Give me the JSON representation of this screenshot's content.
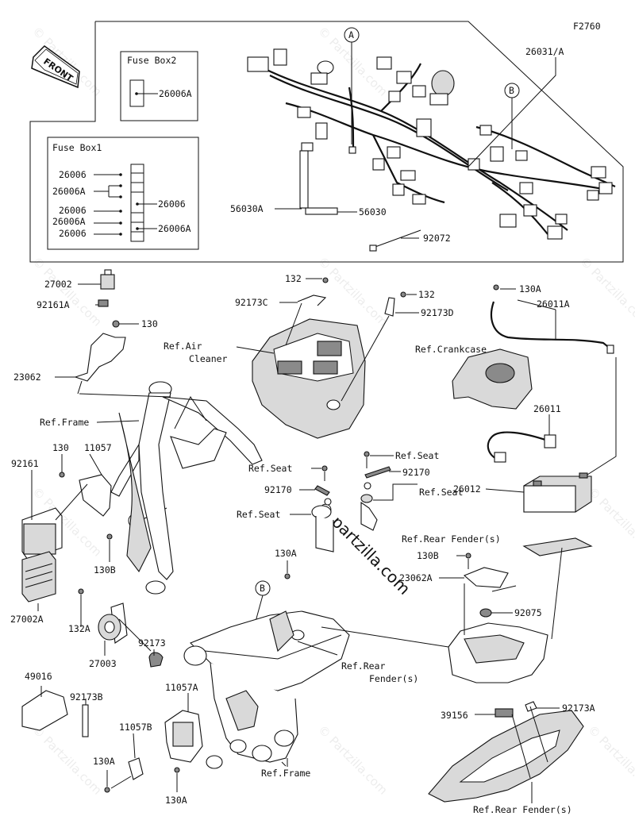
{
  "figure_code": "F2760",
  "watermark": "© Partzilla.com",
  "watermark_main": "© partzilla.com",
  "front_label": "FRONT",
  "fuse_box1": {
    "title": "Fuse Box1",
    "left": [
      "26006",
      "26006A",
      "26006",
      "26006A",
      "26006"
    ],
    "right": [
      "26006",
      "26006A"
    ]
  },
  "fuse_box2": {
    "title": "Fuse Box2",
    "part": "26006A"
  },
  "callouts": {
    "A": "A",
    "B": "B"
  },
  "labels": {
    "p26031A": "26031/A",
    "p56030A": "56030A",
    "p56030": "56030",
    "p92072": "92072",
    "p27002": "27002",
    "p92161A": "92161A",
    "p130_1": "130",
    "p23062": "23062",
    "p132_1": "132",
    "p92173C": "92173C",
    "p132_2": "132",
    "p92173D": "92173D",
    "refAir1": "Ref.Air",
    "refAir2": "Cleaner",
    "p130A_1": "130A",
    "p26011A": "26011A",
    "refCrank": "Ref.Crankcase",
    "p26011": "26011",
    "refFrame1": "Ref.Frame",
    "p130_2": "130",
    "p11057": "11057",
    "p92161": "92161",
    "p130B_1": "130B",
    "p27002A": "27002A",
    "p132A": "132A",
    "p27003": "27003",
    "refSeat1": "Ref.Seat",
    "p92170_1": "92170",
    "refSeat2": "Ref.Seat",
    "refSeat3": "Ref.Seat",
    "p92170_2": "92170",
    "refSeat4": "Ref.Seat",
    "p26012": "26012",
    "refRearFender1": "Ref.Rear Fender(s)",
    "p130B_2": "130B",
    "p23062A": "23062A",
    "p92075": "92075",
    "p130A_2": "130A",
    "p92173": "92173",
    "refRearFender2a": "Ref.Rear",
    "refRearFender2b": "Fender(s)",
    "p49016": "49016",
    "p92173B": "92173B",
    "p11057A": "11057A",
    "p11057B": "11057B",
    "p130A_3": "130A",
    "p130A_4": "130A",
    "refFrame2": "Ref.Frame",
    "p39156": "39156",
    "p92173A": "92173A",
    "refRearFender3": "Ref.Rear Fender(s)"
  }
}
